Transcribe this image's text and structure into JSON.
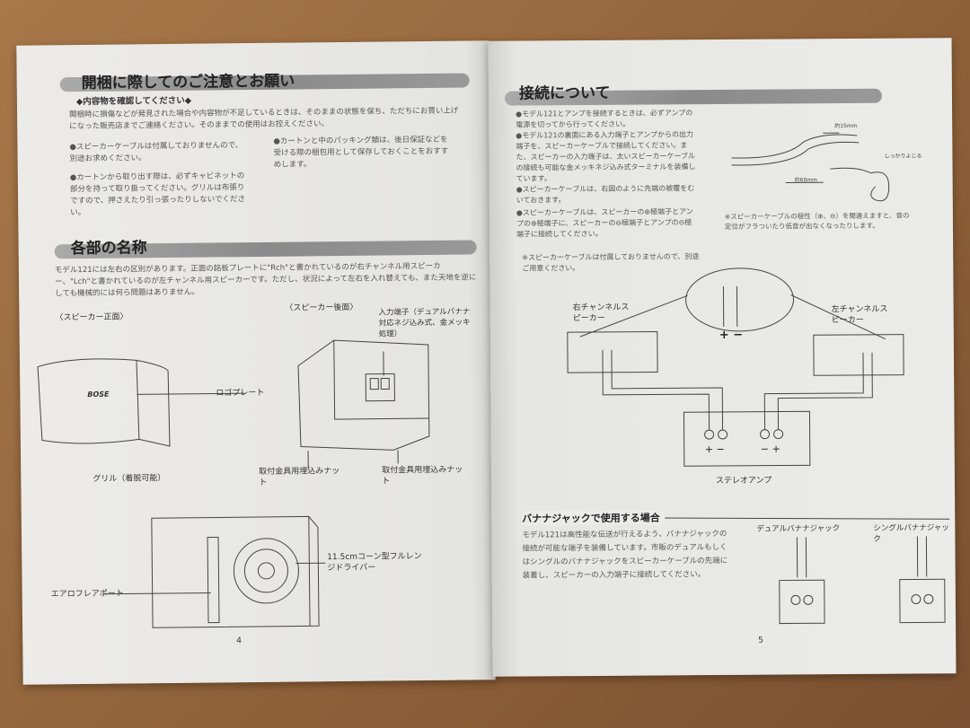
{
  "left_page": {
    "section1": {
      "title": "開梱に際してのご注意とお願い",
      "subtitle": "◆内容物を確認してください◆",
      "intro": "開梱時に損傷などが発見された場合や内容物が不足しているときは、そのままの状態を保ち、ただちにお買い上げになった販売店までご連絡ください。そのままでの使用はお控えください。",
      "bullets": [
        "●スピーカーケーブルは付属しておりませんので、別途お求めください。",
        "●カートンから取り出す際は、必ずキャビネットの部分を持って取り扱ってください。グリルは布張りですので、押さえたり引っ張ったりしないでください。",
        "●カートンと中のパッキング類は、後日保証などを受ける際の梱包用として保存しておくことをおすすめします。"
      ]
    },
    "section2": {
      "title": "各部の名称",
      "intro": "モデル121には左右の区別があります。正面の銘板プレートに\"Rch\"と書かれているのが右チャンネル用スピーカー、\"Lch\"と書かれているのが左チャンネル用スピーカーです。ただし、状況によって左右を入れ替えても、また天地を逆にしても機械的には何ら問題はありません。",
      "front_label": "〈スピーカー正面〉",
      "rear_label": "〈スピーカー後面〉",
      "callouts": {
        "input_terminal": "入力端子（デュアルバナナ対応ネジ込み式、金メッキ処理）",
        "logo_plate": "ロゴプレート",
        "grille": "グリル（着脱可能）",
        "mount_nut_1": "取付金具用埋込みナット",
        "mount_nut_2": "取付金具用埋込みナット",
        "driver": "11.5cmコーン型フルレンジドライバー",
        "aero_port": "エアロフレアポート"
      },
      "brand_logo": "BOSE"
    },
    "page_number": "4"
  },
  "right_page": {
    "section1": {
      "title": "接続について",
      "bullets": [
        "●モデル121とアンプを接続するときは、必ずアンプの電源を切ってから行ってください。",
        "●モデル121の裏面にある入力端子とアンプからの出力端子を、スピーカーケーブルで接続してください。また、スピーカーの入力端子は、太いスピーカーケーブルの接続も可能な金メッキネジ込み式ターミナルを装備しています。",
        "●スピーカーケーブルは、右図のように先端の被覆をむいておきます。",
        "●スピーカーケーブルは、スピーカーの⊕極端子とアンプの⊕極端子に、スピーカーの⊖極端子とアンプの⊖極端子に接続してください。"
      ],
      "note": "※スピーカーケーブルは付属しておりませんので、別途ご用意ください。",
      "cable_labels": {
        "strip": "約15mm",
        "twist": "しっかりよじる",
        "split": "約60mm"
      },
      "cable_note": "※スピーカーケーブルの極性（⊕、⊖）を間違えますと、音の定位がフラついたり低音が出なくなったりします。",
      "diagram": {
        "right_speaker": "右チャンネルスピーカー",
        "left_speaker": "左チャンネルスピーカー",
        "amp": "ステレオアンプ",
        "plus_minus": "+ −",
        "amp_left_terms": "+ −",
        "amp_right_terms": "− +"
      }
    },
    "section2": {
      "title": "バナナジャックで使用する場合",
      "text": "モデル121は高性能な伝送が行えるよう、バナナジャックの接続が可能な端子を装備しています。市販のデュアルもしくはシングルのバナナジャックをスピーカーケーブルの先端に装着し、スピーカーの入力端子に接続してください。",
      "dual": "デュアルバナナジャック",
      "single": "シングルバナナジャック"
    },
    "page_number": "5"
  }
}
